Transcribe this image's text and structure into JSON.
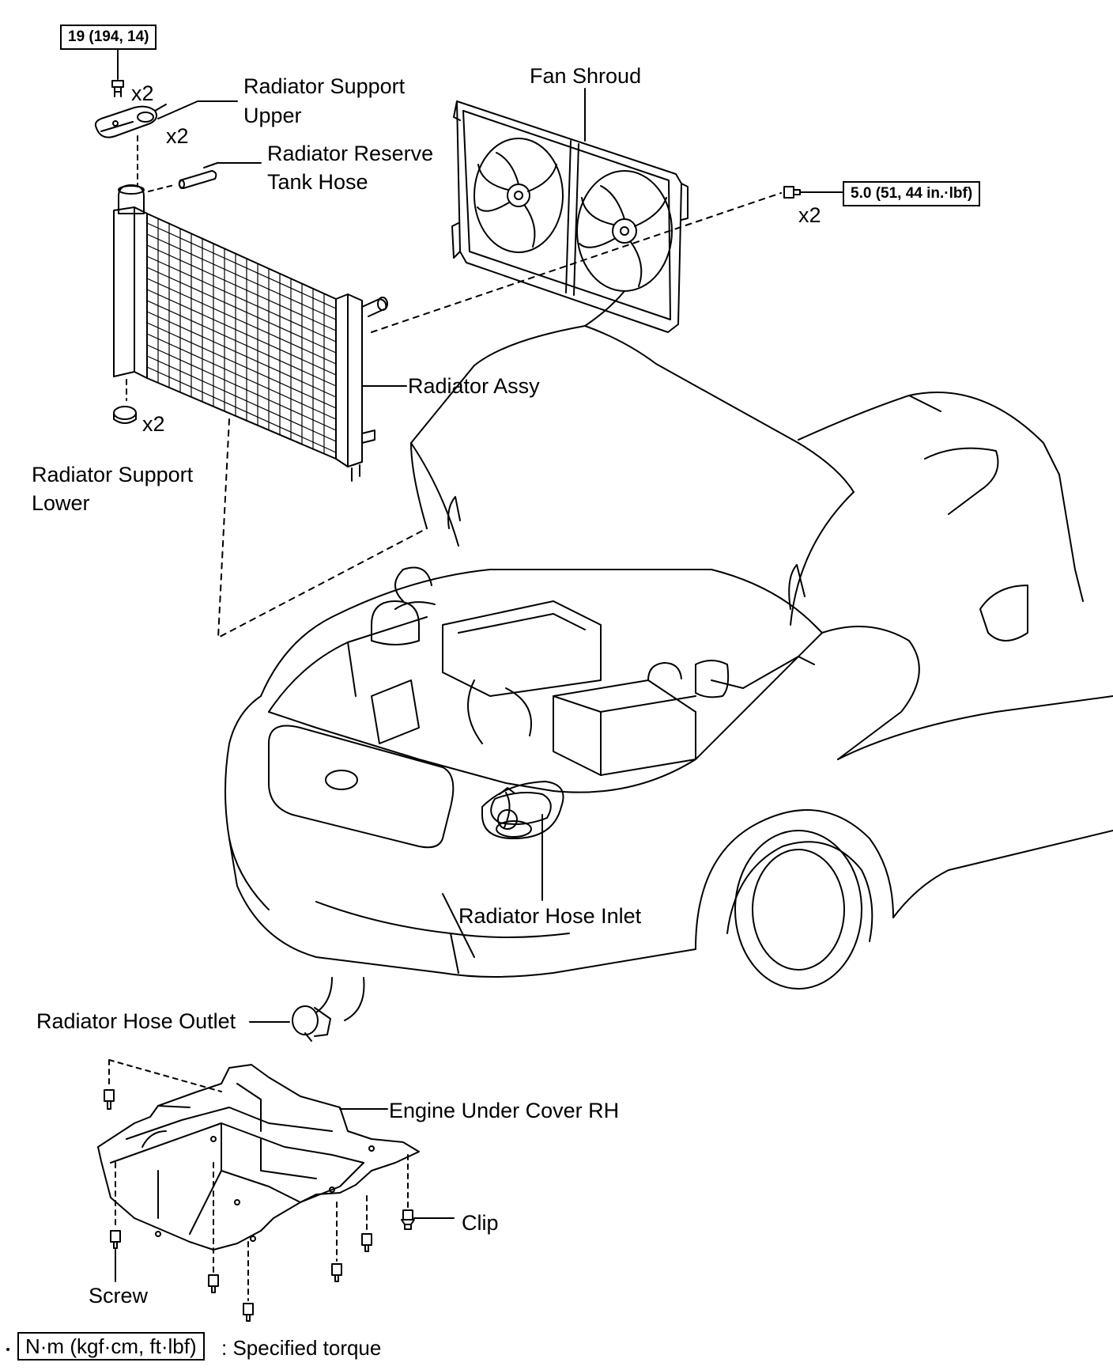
{
  "torque_specs": {
    "upper_bolt": "19 (194, 14)",
    "fan_shroud_bolt": "5.0 (51, 44 in.·lbf)"
  },
  "quantities": {
    "upper_bolt": "x2",
    "upper_bracket": "x2",
    "lower_support": "x2",
    "fan_shroud_bolt": "x2"
  },
  "labels": {
    "radiator_support_upper": [
      "Radiator Support",
      "Upper"
    ],
    "radiator_reserve_tank_hose": [
      "Radiator Reserve",
      "Tank Hose"
    ],
    "fan_shroud": "Fan Shroud",
    "radiator_assy": "Radiator Assy",
    "radiator_support_lower": [
      "Radiator Support",
      "Lower"
    ],
    "radiator_hose_inlet": "Radiator Hose Inlet",
    "radiator_hose_outlet": "Radiator Hose Outlet",
    "engine_under_cover_rh": "Engine Under Cover RH",
    "clip": "Clip",
    "screw": "Screw"
  },
  "legend": {
    "unit_box": "N·m (kgf·cm, ft·lbf)",
    "description": ": Specified torque"
  }
}
